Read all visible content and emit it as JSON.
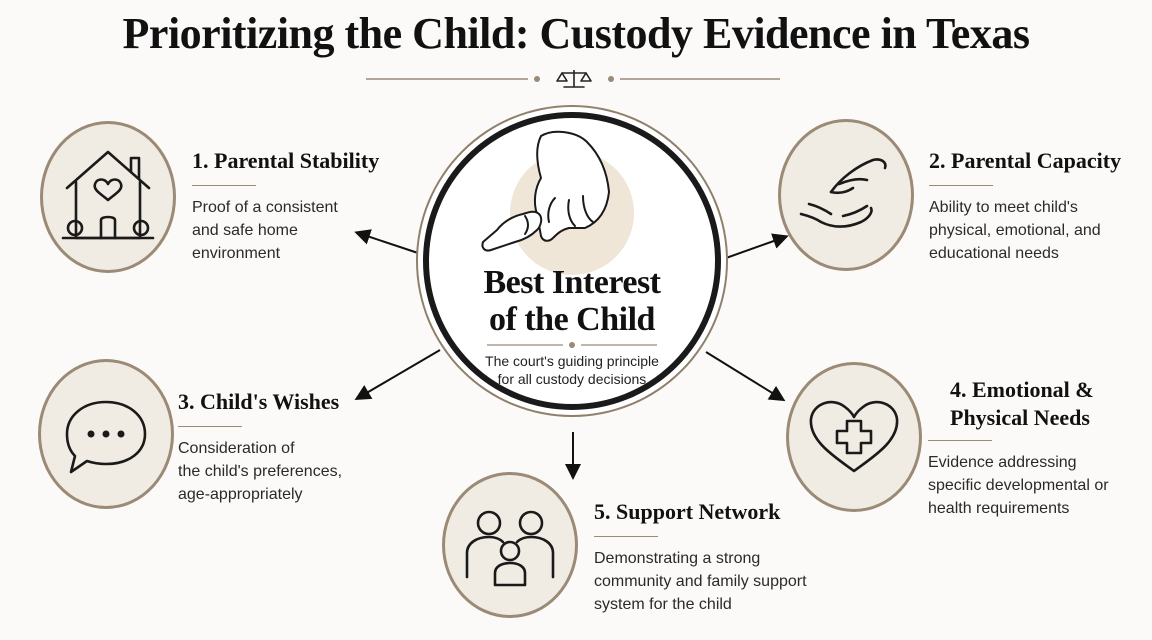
{
  "title": "Prioritizing the Child: Custody Evidence in Texas",
  "divider_icon": "scales-of-justice-icon",
  "center": {
    "icon": "adult-child-hands-icon",
    "title_lines": [
      "Best Interest",
      "of the Child"
    ],
    "subtitle_lines": [
      "The court's guiding principle",
      "for all custody decisions"
    ]
  },
  "factors": [
    {
      "title": "1. Parental Stability",
      "icon": "home-heart-icon",
      "description_lines": [
        "Proof of a consistent",
        "and safe home",
        "environment"
      ]
    },
    {
      "title": "2. Parental Capacity",
      "icon": "helping-hands-icon",
      "description_lines": [
        "Ability to meet child's",
        "physical, emotional, and",
        "educational needs"
      ]
    },
    {
      "title": "3. Child's Wishes",
      "icon": "speech-bubble-icon",
      "description_lines": [
        "Consideration of",
        "the child's preferences,",
        "age-appropriately"
      ]
    },
    {
      "title_lines": [
        "4. Emotional &",
        "Physical Needs"
      ],
      "icon": "heart-medical-cross-icon",
      "description_lines": [
        "Evidence addressing",
        "specific developmental or",
        "health requirements"
      ]
    },
    {
      "title": "5. Support Network",
      "icon": "family-group-icon",
      "description_lines": [
        "Demonstrating a strong",
        "community and family support",
        "system for the child"
      ]
    }
  ],
  "colors": {
    "accent": "#9a8a76",
    "icon_circle_fill": "#f1ece3",
    "ink": "#111111",
    "background": "#fbfaf8"
  }
}
